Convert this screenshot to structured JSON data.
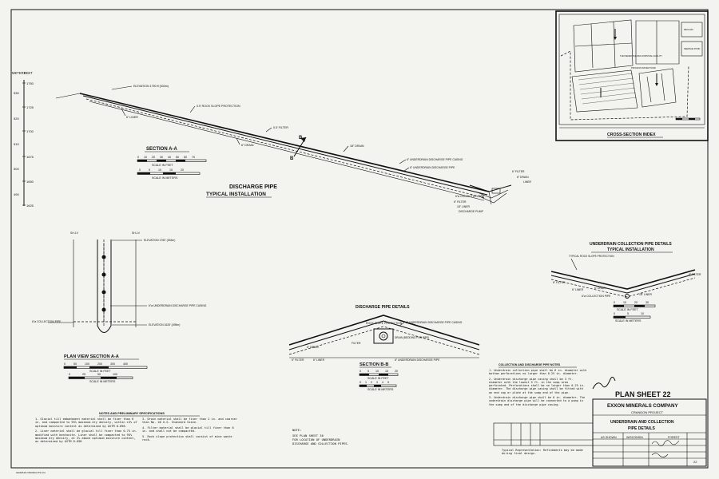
{
  "profile": {
    "axis_left_label": "METERS",
    "axis_right_label": "FEET",
    "ticks_feet": [
      "1750",
      "1725",
      "1700",
      "1675",
      "1650",
      "1625"
    ],
    "ticks_meters": [
      "530",
      "520",
      "510",
      "500",
      "490"
    ],
    "elevation": "ELEVATION 1750 ft (533m)",
    "rock_slope": "0.5' ROCK SLOPE PROTECTION",
    "liner_top": "6\" LINER",
    "filter": "0.5' FILTER",
    "drain": "6\" DRAIN",
    "drain2": "18\" DRAIN",
    "underdrain_casing": "6\" UNDERDRAIN DISCHARGE PIPE CASING",
    "discharge_pipe": "6\" UNDERDRAIN DISCHARGE PIPE",
    "section_mark": "B",
    "filter_r": "6\" FILTER",
    "drain_r": "6\" DRAIN",
    "liner_r": "LINER",
    "collection_pipe": "6\"ø COLLECTION PIPE",
    "filter_r2": "6\" FILTER",
    "liner_r2": "18\" LINER",
    "discharge_pump": "DISCHARGE PUMP"
  },
  "section_aa": {
    "title": "SECTION A-A",
    "feet_ticks": [
      "0",
      "10",
      "20",
      "30",
      "40",
      "50",
      "60",
      "70"
    ],
    "feet_label": "SCALE IN FEET",
    "meter_ticks": [
      "0",
      "5",
      "10",
      "15",
      "20"
    ],
    "meter_label": "SCALE IN METERS"
  },
  "discharge_pipe_title": "DISCHARGE PIPE",
  "discharge_pipe_sub": "TYPICAL INSTALLATION",
  "cross_section_index": {
    "title": "CROSS-SECTION INDEX",
    "label1": "THICKENED TAILINGS DISPOSAL FACILITY",
    "label2": "PROCESS WATER POND",
    "label3": "SEEPAGE POND",
    "label4": "RECLAIM"
  },
  "plan_view": {
    "elevation_top": "ELEVATION 1750' (533m)",
    "elevation_bottom": "ELEVATION 1625' (495m)",
    "underdrain_casing": "6\"ø UNDERDRAIN DISCHARGE PIPE CASING",
    "collection_pipe": "6\"ø COLLECTION PIPE",
    "label_top_left": "SH-1V",
    "label_top_right": "SH-1V",
    "title": "PLAN VIEW SECTION A-A",
    "feet_ticks": [
      "0",
      "50",
      "100",
      "200",
      "300",
      "400"
    ],
    "feet_label": "SCALE IN FEET",
    "meter_ticks": [
      "0",
      "25",
      "50",
      "100"
    ],
    "meter_label": "SCALE IN METERS"
  },
  "discharge_details": {
    "title": "DISCHARGE PIPE DETAILS",
    "rock": "ROCK SLOPE PROTECTION",
    "casing": "6\" UNDERDRAIN DISCHARGE PIPE CASING",
    "filter": "FILTER",
    "drain": "DRAIN (BEDDING FOR PIPE)",
    "drain_label": "6\" DRAIN",
    "filter_left": "6\" FILTER",
    "liner": "6\" LINER",
    "underdrain_pipe": "6\" UNDERDRAIN DISCHARGE PIPE",
    "section_title": "SECTION B-B",
    "feet_ticks": [
      "0",
      "5",
      "10",
      "15",
      "20"
    ],
    "feet_label": "SCALE IN FEET",
    "meter_ticks": [
      "0",
      "1",
      "2",
      "3",
      "4",
      "5"
    ],
    "meter_label": "SCALE IN METERS"
  },
  "underdrain_collection": {
    "title": "UNDERDRAIN COLLECTION PIPE DETAILS",
    "subtitle": "TYPICAL INSTALLATION",
    "rock": "TYPICAL ROCK SLOPE PROTECTION",
    "filter": "6\" FILTER",
    "liner": "6\" LINER",
    "drain": "6\" DRAIN",
    "pipe": "6\"ø COLLECTION PIPE",
    "liner2": "18\" LINER",
    "feet_ticks": [
      "0",
      "10",
      "20",
      "30"
    ],
    "feet_label": "SCALE IN FEET",
    "meter_ticks": [
      "0",
      "5",
      "10"
    ],
    "meter_label": "SCALE IN METERS"
  },
  "notes_header": "NOTES AND PRELIMINARY SPECIFICATIONS",
  "notes_left": [
    "1. Glacial till embankment material shall be finer than 6 in. and compacted to 95% maximum dry density, within ±3% of optimum moisture content as determined by ASTM D-698.",
    "2. Liner material shall be glacial till finer than 0.75 in. modified with bentonite. Liner shall be compacted to 95% maximum dry density, at 3% above optimum moisture content, as determined by ASTM D-698"
  ],
  "notes_mid": [
    "3. Drain material shall be finer than 2 in. and coarser than No. 40 U.S. Standard Sieve.",
    "4. Filter material shall be glacial till finer than 6 in. and shall not be compacted.",
    "5. Rock slope protection shall consist of mine waste rock."
  ],
  "note_small": [
    "NOTE:",
    "SEE PLAN SHEET 36",
    "FOR LOCATION OF UNDERDRAIN",
    "DISCHARGE AND COLLECTION PIPES."
  ],
  "pipe_notes_header": "COLLECTION AND DISCHARGE PIPE NOTES",
  "pipe_notes": [
    "1. Underdrain collection pipe shall be 6 in. diameter with bottom perforations no larger than 0.25 in. diameter.",
    "2. Underdrain discharge pipe casing shall be 3 ft. diameter with the lowest 5 ft. in the sump area perforated. Perforations shall be no larger than 0.25 in. diameter. The discharge pipe casing shall be fitted with an end cap or plate at the sump end of the pipe.",
    "3. Underdrain discharge pipe shall be 6 in. diameter. The underdrain discharge pipe will be connected to a pump in the sump and of the discharge pipe casing."
  ],
  "typical_rep": "Typical Representation: Refinements may be made during final design.",
  "title_block": {
    "plan_sheet": "PLAN SHEET 22",
    "company": "EXXON MINERALS COMPANY",
    "project": "CRANDON PROJECT",
    "title1": "UNDERDRAIN AND COLLECTION",
    "title2": "PIPE DETAILS",
    "scale": "AS SHOWN",
    "state": "WISCONSIN",
    "county": "FOREST",
    "sheet": "22"
  },
  "footer": "GRAPHIC PRODUCTS CO."
}
